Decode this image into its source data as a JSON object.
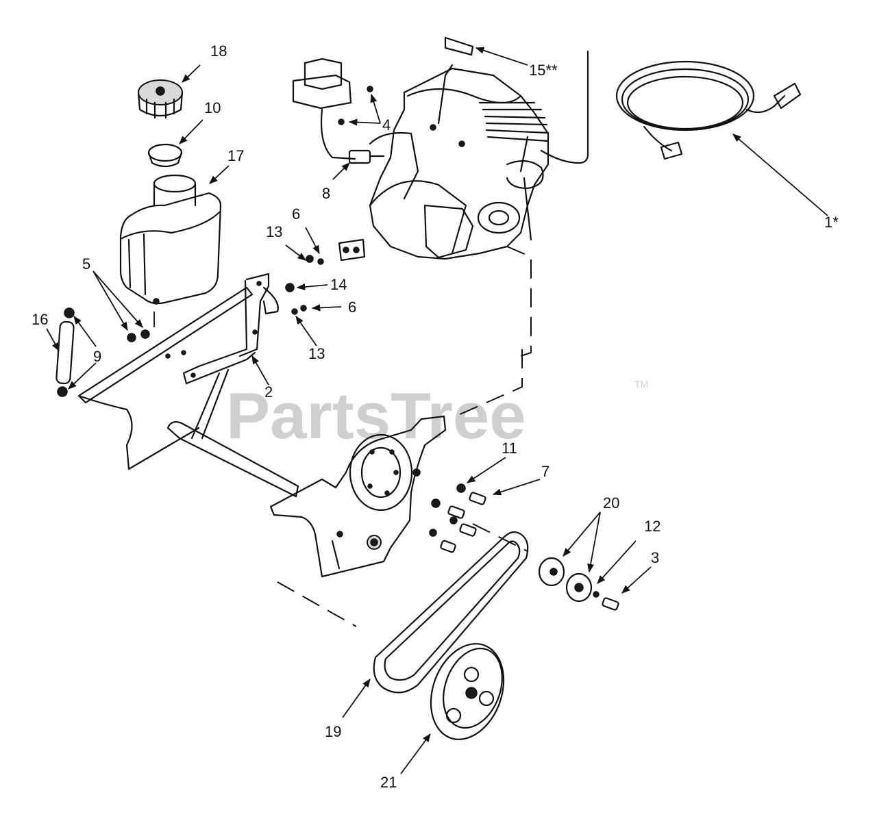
{
  "watermark": {
    "text": "PartsTree",
    "trademark": "TM"
  },
  "callouts": {
    "c1": "1*",
    "c2": "2",
    "c3": "3",
    "c4": "4",
    "c5": "5",
    "c6a": "6",
    "c6b": "6",
    "c7": "7",
    "c8": "8",
    "c9": "9",
    "c10": "10",
    "c11": "11",
    "c12": "12",
    "c13a": "13",
    "c13b": "13",
    "c14": "14",
    "c15": "15**",
    "c16": "16",
    "c17": "17",
    "c18": "18",
    "c19": "19",
    "c20": "20",
    "c21": "21"
  }
}
